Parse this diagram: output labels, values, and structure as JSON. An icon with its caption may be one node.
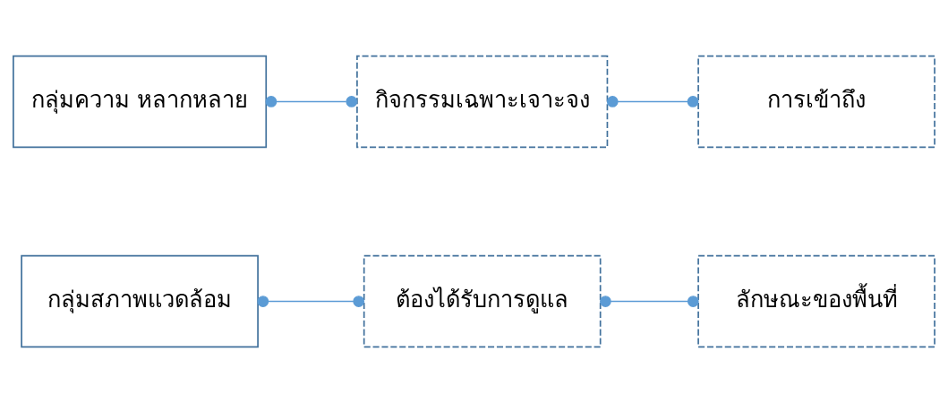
{
  "diagram": {
    "nodes": [
      {
        "text": [
          "กลุ่มสภาพแวดล้อม"
        ]
      },
      {
        "text": [
          "ต้องได้รับการดูแล"
        ]
      },
      {
        "text": [
          "ลักษณะของพื้นที่"
        ]
      },
      {
        "text": [
          "กลุ่มความ หลากหลาย"
        ]
      },
      {
        "text": [
          "กิจกรรมเฉพาะเจาะจง"
        ]
      },
      {
        "text": [
          "การเข้าถึง"
        ]
      }
    ],
    "edges": [
      {
        "from": 0,
        "to": 1,
        "arrow": "other"
      },
      {
        "from": 1,
        "to": 2,
        "arrow": "other"
      },
      {
        "from": 3,
        "to": 4,
        "arrow": "other"
      },
      {
        "from": 4,
        "to": 5,
        "arrow": "other"
      }
    ]
  }
}
